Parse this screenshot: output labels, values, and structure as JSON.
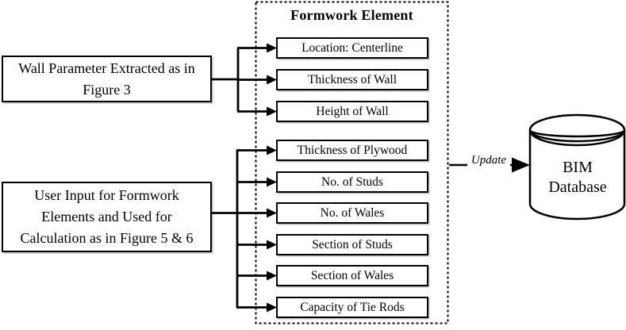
{
  "diagram": {
    "colors": {
      "line": "#000000",
      "background": "#ffffff",
      "box_border": "#000000"
    },
    "source_boxes": [
      {
        "line1": "Wall Parameter Extracted as in",
        "line2": "Figure 3"
      },
      {
        "line1": "User Input for Formwork",
        "line2": "Elements and Used for",
        "line3": "Calculation as in Figure 5 & 6"
      }
    ],
    "formwork_group": {
      "title": "Formwork Element",
      "items": [
        "Location: Centerline",
        "Thickness of Wall",
        "Height of Wall",
        "Thickness of Plywood",
        "No. of Studs",
        "No. of Wales",
        "Section of Studs",
        "Section of Wales",
        "Capacity of Tie Rods"
      ]
    },
    "update_arrow_label": "Update",
    "database": {
      "line1": "BIM",
      "line2": "Database"
    }
  }
}
